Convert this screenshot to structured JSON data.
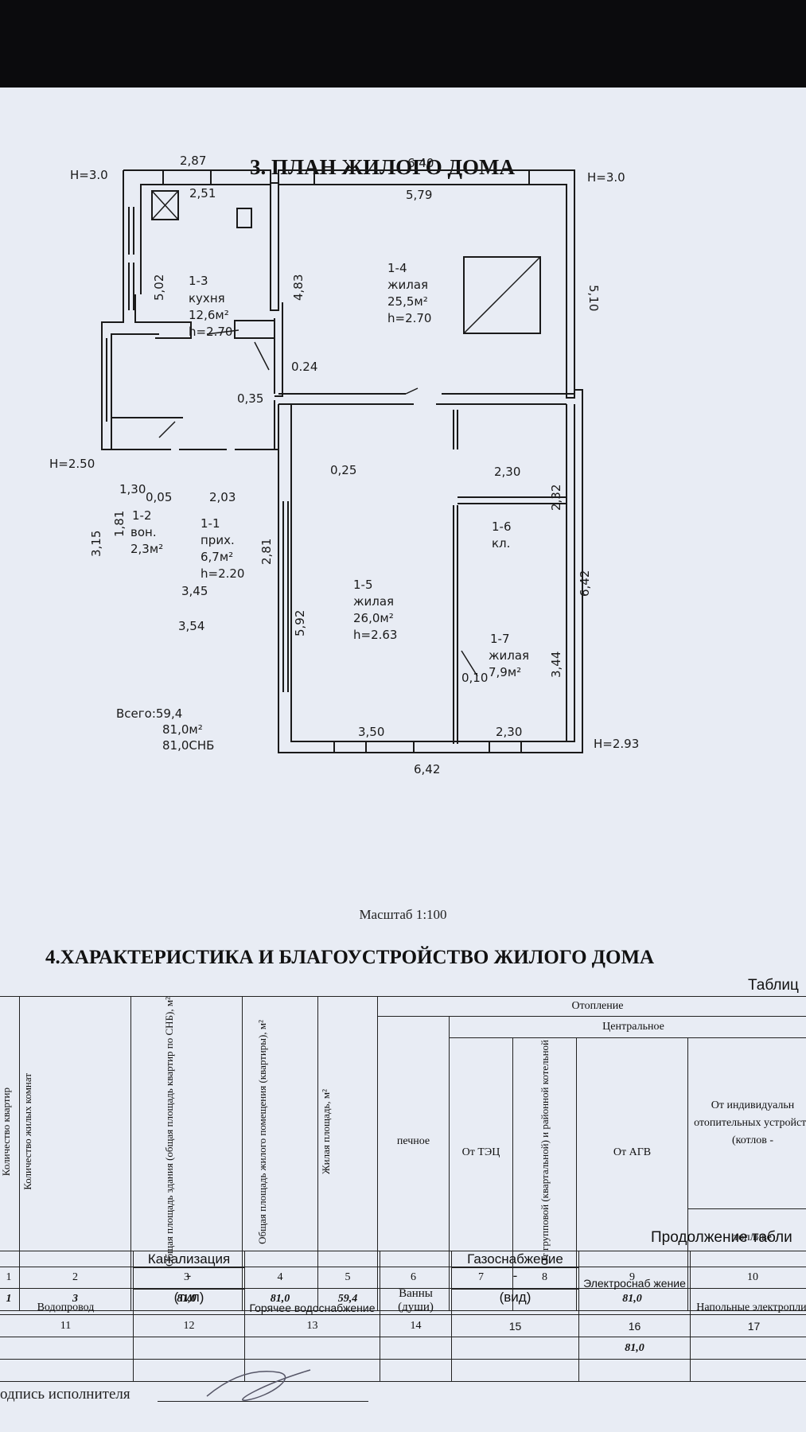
{
  "section3": {
    "title": "3. ПЛАН ЖИЛОГО ДОМА"
  },
  "plan": {
    "heights": {
      "left_top": "H=3.0",
      "right_top": "H=3.0",
      "left_bottom": "H=2.50",
      "right_bottom": "H=2.93"
    },
    "dims": {
      "d287": "2,87",
      "d640": "6,40",
      "d251": "2,51",
      "d579": "5,79",
      "d502": "5,02",
      "d483": "4,83",
      "d510": "5,10",
      "d024": "0.24",
      "d035": "0,35",
      "d025": "0,25",
      "d230a": "2,30",
      "d232": "2,32",
      "d203": "2,03",
      "d130": "1,30",
      "d005": "0,05",
      "d181": "1,81",
      "d315": "3,15",
      "d281": "2,81",
      "d345": "3,45",
      "d354": "3,54",
      "d592": "5,92",
      "d642r": "6,42",
      "d344": "3,44",
      "d010": "0,10",
      "d350": "3,50",
      "d230b": "2,30",
      "d642b": "6,42"
    },
    "rooms": {
      "r13": [
        "1-3",
        "кухня",
        "12,6м²",
        "h=2.70"
      ],
      "r14": [
        "1-4",
        "жилая",
        "25,5м²",
        "h=2.70"
      ],
      "r12": [
        "1-2",
        "вон.",
        "2,3м²"
      ],
      "r11": [
        "1-1",
        "прих.",
        "6,7м²",
        "h=2.20"
      ],
      "r15": [
        "1-5",
        "жилая",
        "26,0м²",
        "h=2.63"
      ],
      "r16": [
        "1-6",
        "кл."
      ],
      "r17": [
        "1-7",
        "жилая",
        "7,9м²"
      ]
    },
    "totals": [
      "Всего:59,4",
      "81,0м²",
      "81,0СНБ"
    ]
  },
  "scale": "Масштаб 1:100",
  "section4": {
    "title": "4.ХАРАКТЕРИСТИКА И БЛАГОУСТРОЙСТВО ЖИЛОГО ДОМА",
    "table_tag": "Таблиц"
  },
  "table1": {
    "heating": "Отопление",
    "central": "Центральное",
    "cols": [
      "Количество квартир",
      "Количество жилых комнат",
      "Общая площадь здания (общая площадь квартир по СНБ), м²",
      "Общая площадь жилого помещения (квартиры), м²",
      "Жилая площадь, м²",
      "печное",
      "От ТЭЦ",
      "От групповой (квартальной) и районной котельной",
      "От АГВ",
      "От индивидуальн отопительных устройств (котлов -"
    ],
    "fuel": "топливе",
    "nums": [
      "1",
      "2",
      "3",
      "4",
      "5",
      "6",
      "7",
      "8",
      "9",
      "10"
    ],
    "values": [
      "1",
      "3",
      "81,0",
      "81,0",
      "59,4",
      "",
      "",
      "",
      "81,0",
      ""
    ]
  },
  "table2": {
    "continuation": "Продолжение табли",
    "h_vodoprovod": "Водопровод",
    "h_kanal": "Канализация",
    "h_dash1": "-",
    "h_tip": "(тип)",
    "h_gor": "Горячее водоснабжение",
    "h_vanny": "Ванны (души)",
    "h_gaz": "Газоснабжение",
    "h_dash2": "-",
    "h_vid": "(вид)",
    "h_elektro": "Электроснаб жение",
    "h_napol": "Напольные электроплит",
    "nums": [
      "11",
      "12",
      "13",
      "14",
      "15",
      "16",
      "17"
    ],
    "values": [
      "",
      "",
      "",
      "",
      "",
      "81,0",
      ""
    ]
  },
  "signature": {
    "label": "одпись исполнителя"
  }
}
